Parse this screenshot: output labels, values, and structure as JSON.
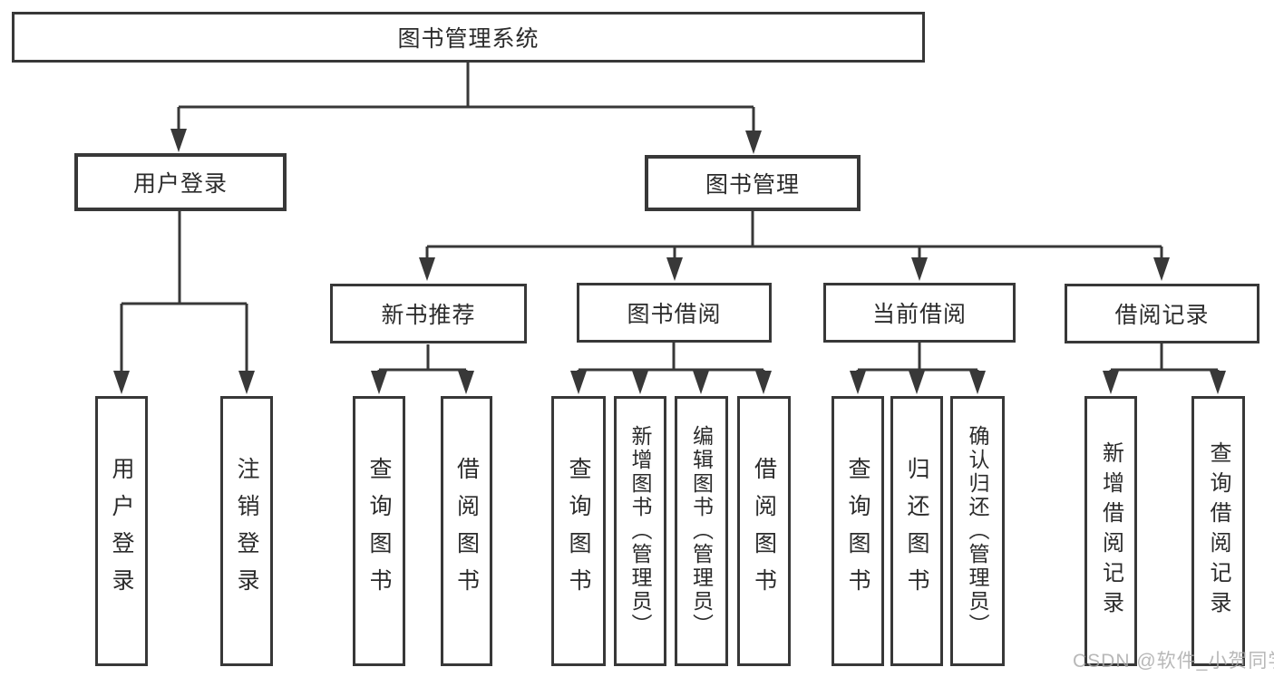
{
  "diagram": {
    "title_node": {
      "label": "图书管理系统"
    },
    "level2": [
      {
        "label": "用户登录"
      },
      {
        "label": "图书管理"
      }
    ],
    "level3": [
      {
        "label": "新书推荐",
        "parent": "图书管理"
      },
      {
        "label": "图书借阅",
        "parent": "图书管理"
      },
      {
        "label": "当前借阅",
        "parent": "图书管理"
      },
      {
        "label": "借阅记录",
        "parent": "图书管理"
      }
    ],
    "leaves": [
      {
        "label": "用户登录",
        "parent": "用户登录"
      },
      {
        "label": "注销登录",
        "parent": "用户登录"
      },
      {
        "label": "查询图书",
        "parent": "新书推荐"
      },
      {
        "label": "借阅图书",
        "parent": "新书推荐"
      },
      {
        "label": "查询图书",
        "parent": "图书借阅"
      },
      {
        "label": "新增图书（管理员）",
        "parent": "图书借阅"
      },
      {
        "label": "编辑图书（管理员）",
        "parent": "图书借阅"
      },
      {
        "label": "借阅图书",
        "parent": "图书借阅"
      },
      {
        "label": "查询图书",
        "parent": "当前借阅"
      },
      {
        "label": "归还图书",
        "parent": "当前借阅"
      },
      {
        "label": "确认归还（管理员）",
        "parent": "当前借阅"
      },
      {
        "label": "新增借阅记录",
        "parent": "借阅记录"
      },
      {
        "label": "查询借阅记录",
        "parent": "借阅记录"
      }
    ]
  },
  "watermark": {
    "text": "CSDN @软件_小贺同学"
  },
  "colors": {
    "line": "#383838",
    "text": "#2b2b2b",
    "watermark": "#a8a8a8",
    "background": "#ffffff"
  }
}
